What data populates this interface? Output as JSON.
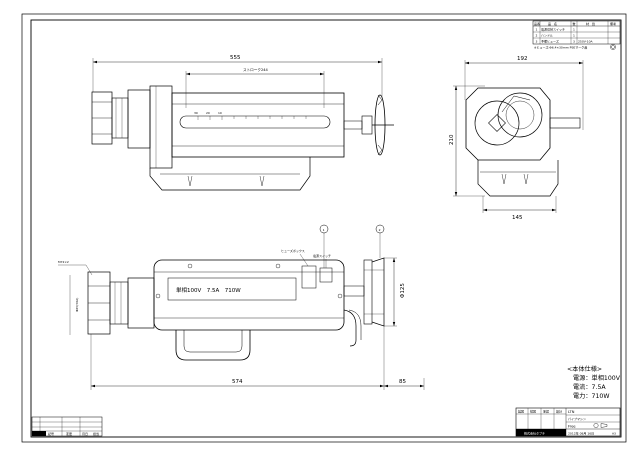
{
  "parts_table": {
    "headers": [
      "品番",
      "品　名",
      "数",
      "材　質",
      "備考"
    ],
    "rows": [
      {
        "no": "1",
        "name": "電源切替スイッチ",
        "qty": "1",
        "material": ""
      },
      {
        "no": "2",
        "name": "ハンドル",
        "qty": "1",
        "material": ""
      },
      {
        "no": "3",
        "name": "予備ヒューズ",
        "qty": "3",
        "material": "250V-10A"
      }
    ],
    "note": "※ヒューズ:Φ6.4×30mm PSEマーク品"
  },
  "dimensions": {
    "overall_length": "555",
    "stroke": "ストローク244",
    "side_width": "192",
    "side_height": "210",
    "side_base": "145",
    "flange_dia": "Φ125",
    "bottom_length": "574",
    "handle_offset": "85",
    "thread": "M72×2",
    "pipe_dim": "Φ65(50A)"
  },
  "callouts": {
    "fuse_box": "ヒューズボックス",
    "power_switch": "電源スイッチ",
    "balloon_1": "1",
    "balloon_2": "2"
  },
  "plate_text": "単相100V　7.5A　710W",
  "scale_marks": [
    "30",
    "20",
    "10"
  ],
  "specs": {
    "title": "<本体仕様>",
    "lines": [
      "電源：単相100V",
      "電流：7.5A",
      "電力：710W"
    ]
  },
  "title_block": {
    "approval_headers": [
      "製図",
      "検図",
      "承認",
      "設計"
    ],
    "company": "株式会社タブチ",
    "product": "LTN",
    "subtitle": "パイプマシン",
    "model": "Free",
    "date": "2012年 08月 16日",
    "size": "A3"
  },
  "revision_block": {
    "headers": [
      "記号",
      "変更",
      "月日",
      "担当"
    ]
  },
  "colors": {
    "line": "#000000",
    "background": "#ffffff"
  }
}
